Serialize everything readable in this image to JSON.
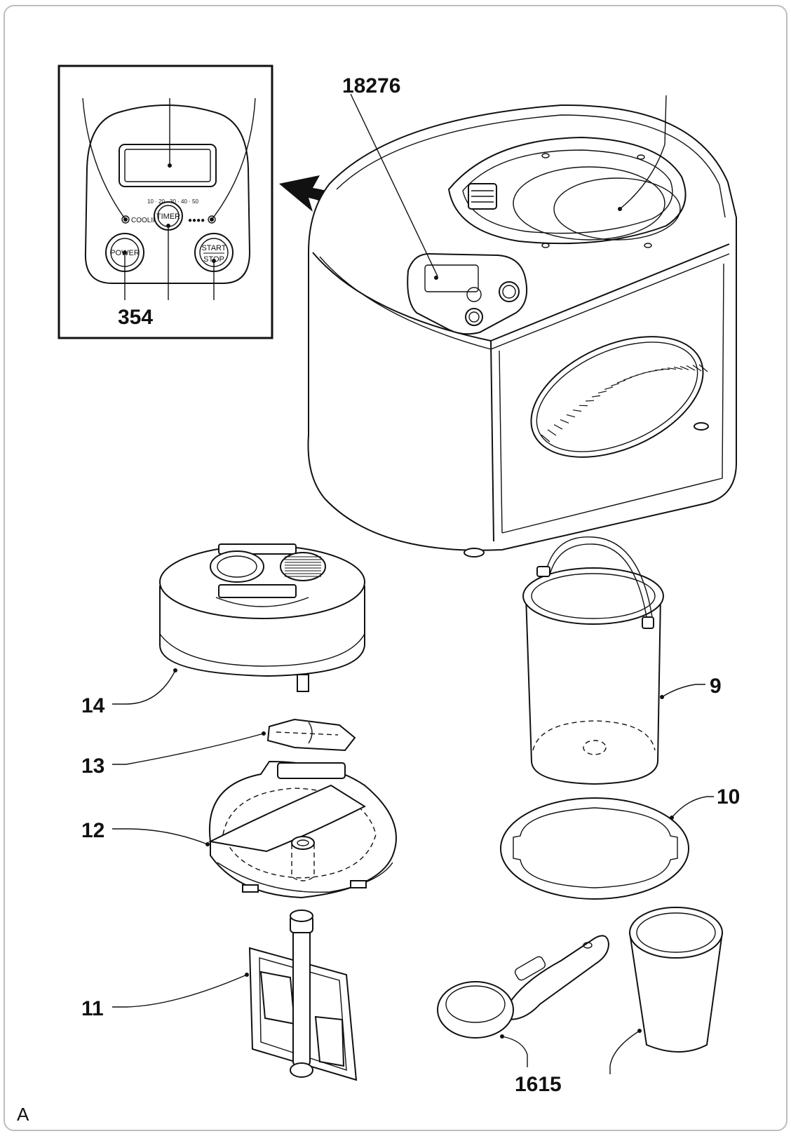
{
  "figure_label": "A",
  "callouts": {
    "top_group": "18276",
    "panel_group": "354",
    "c9": "9",
    "c10": "10",
    "c11": "11",
    "c12": "12",
    "c13": "13",
    "c14": "14",
    "scoop_group": "1615"
  },
  "control_panel": {
    "timer_label": "TIMER",
    "power_label": "POWER",
    "start_label": "START",
    "stop_label": "STOP",
    "cooling_label": "COOLING",
    "timer_scale": "10 · 20 · 30 · 40 · 50",
    "freeze_mark": "●●●●"
  }
}
